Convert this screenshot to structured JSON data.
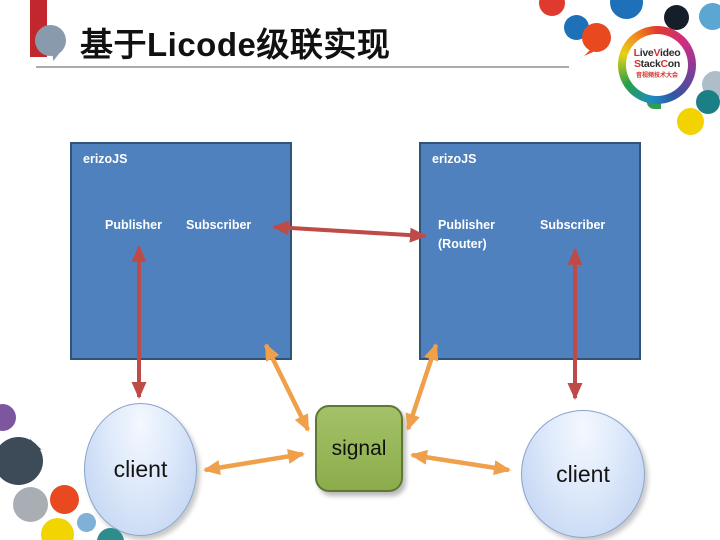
{
  "slide": {
    "title": "基于Licode级联实现"
  },
  "logo": {
    "live_l": "L",
    "live_rest": "ive",
    "video_v": "V",
    "video_rest": "ideo",
    "stack_s": "S",
    "stack_rest": "tack",
    "con_c": "C",
    "con_rest": "on",
    "subtitle": "音视频技术大会"
  },
  "diagram": {
    "left_box": {
      "title": "erizoJS",
      "publisher_label": "Publisher",
      "subscriber_label": "Subscriber"
    },
    "right_box": {
      "title": "erizoJS",
      "publisher_label": "Publisher",
      "publisher_sub_label": "(Router)",
      "subscriber_label": "Subscriber"
    },
    "signal_label": "signal",
    "left_client_label": "client",
    "right_client_label": "client"
  },
  "colors": {
    "box_blue_fill": "#4E81BD",
    "box_blue_border": "#2F5379",
    "arrow_red": "#BE4B48",
    "arrow_orange": "#F0A04B",
    "signal_green": "#8CAC4C",
    "client_blue": "#CBDCF5",
    "accent_red_bar": "#C1272D",
    "title_bullet_gray": "#8A9AAD"
  }
}
